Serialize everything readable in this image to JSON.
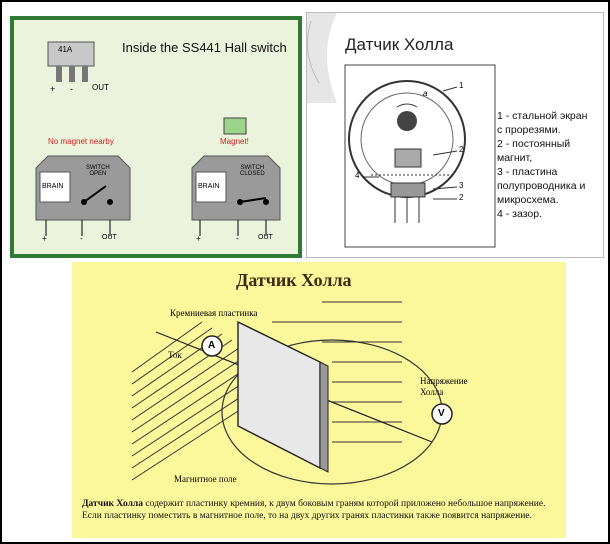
{
  "panel_switch": {
    "title": "Inside the SS441 Hall switch",
    "chip_label": "41A",
    "pin_plus": "+",
    "pin_minus": "-",
    "pin_out": "OUT",
    "no_magnet": "No magnet nearby",
    "magnet": "Magnet!",
    "brain": "BRAIN",
    "switch_open": "SWITCH\nOPEN",
    "switch_closed": "SWITCH\nCLOSED",
    "colors": {
      "border": "#2f7a34",
      "background": "#ecf3dc",
      "warning": "#cc2222",
      "magnet": "#9bd48a"
    }
  },
  "panel_sensor": {
    "title": "Датчик Холла",
    "legend": "1 - стальной экран\nс прорезями.\n2 - постоянный\nмагнит,\n3 - пластина\nполупроводника и\nмикросхема.\n4 - зазор.",
    "label_a": "a",
    "label_1": "1",
    "label_2": "2",
    "label_3": "3",
    "label_4": "4"
  },
  "panel_hall": {
    "title": "Датчик Холла",
    "label_plate": "Кремниевая пластинка",
    "label_current": "Ток",
    "label_voltage": "Напряжение\nХолла",
    "label_field": "Магнитное поле",
    "ammeter": "A",
    "voltmeter": "V",
    "caption_bold": "Датчик Холла",
    "caption_rest": " содержит пластинку кремния, к двум боковым граням которой приложено небольшое напряжение. Если пластинку поместить в магнитное поле, то на двух других гранях пластинки также появится напряжение.",
    "colors": {
      "background": "#fbf79b",
      "title": "#3a2a10"
    }
  }
}
